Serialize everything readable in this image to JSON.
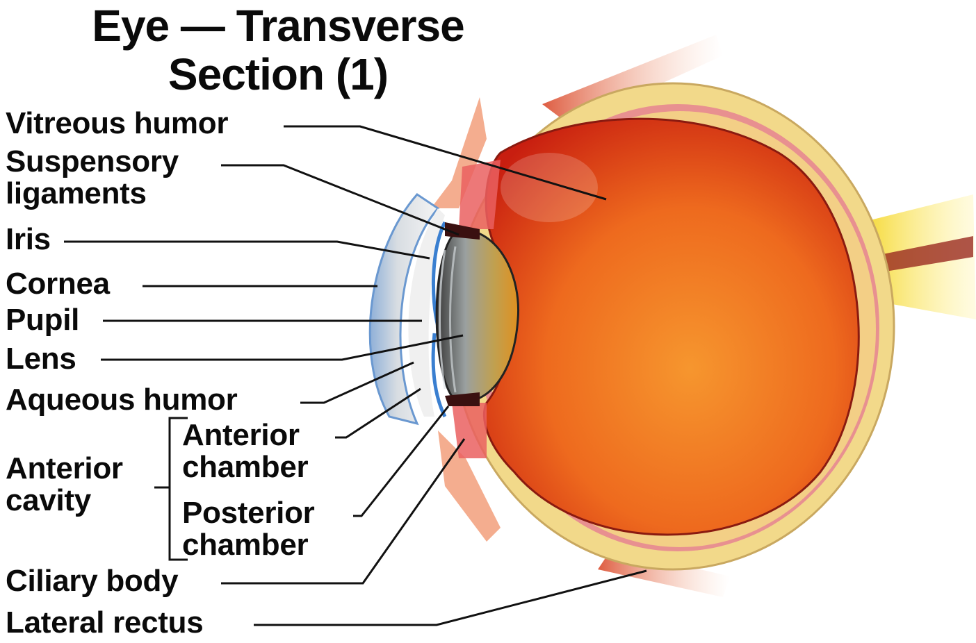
{
  "title": {
    "line1": "Eye — Transverse",
    "line2": "Section (1)"
  },
  "labels": {
    "vitreous_humor": "Vitreous humor",
    "suspensory_ligaments_1": "Suspensory",
    "suspensory_ligaments_2": "ligaments",
    "iris": "Iris",
    "cornea": "Cornea",
    "pupil": "Pupil",
    "lens": "Lens",
    "aqueous_humor": "Aqueous humor",
    "anterior_cavity_1": "Anterior",
    "anterior_cavity_2": "cavity",
    "anterior_chamber_1": "Anterior",
    "anterior_chamber_2": "chamber",
    "posterior_chamber_1": "Posterior",
    "posterior_chamber_2": "chamber",
    "ciliary_body": "Ciliary body",
    "lateral_rectus": "Lateral rectus"
  },
  "colors": {
    "vitreous_dark": "#c8200e",
    "vitreous_light": "#f08a2a",
    "sclera": "#f2d98a",
    "retina": "#e07070",
    "optic_nerve": "#f5e04a",
    "cornea": "#c9d4dc",
    "iris_blue": "#3a7fd0",
    "muscle": "#e8603a",
    "leader_line": "#111111"
  }
}
